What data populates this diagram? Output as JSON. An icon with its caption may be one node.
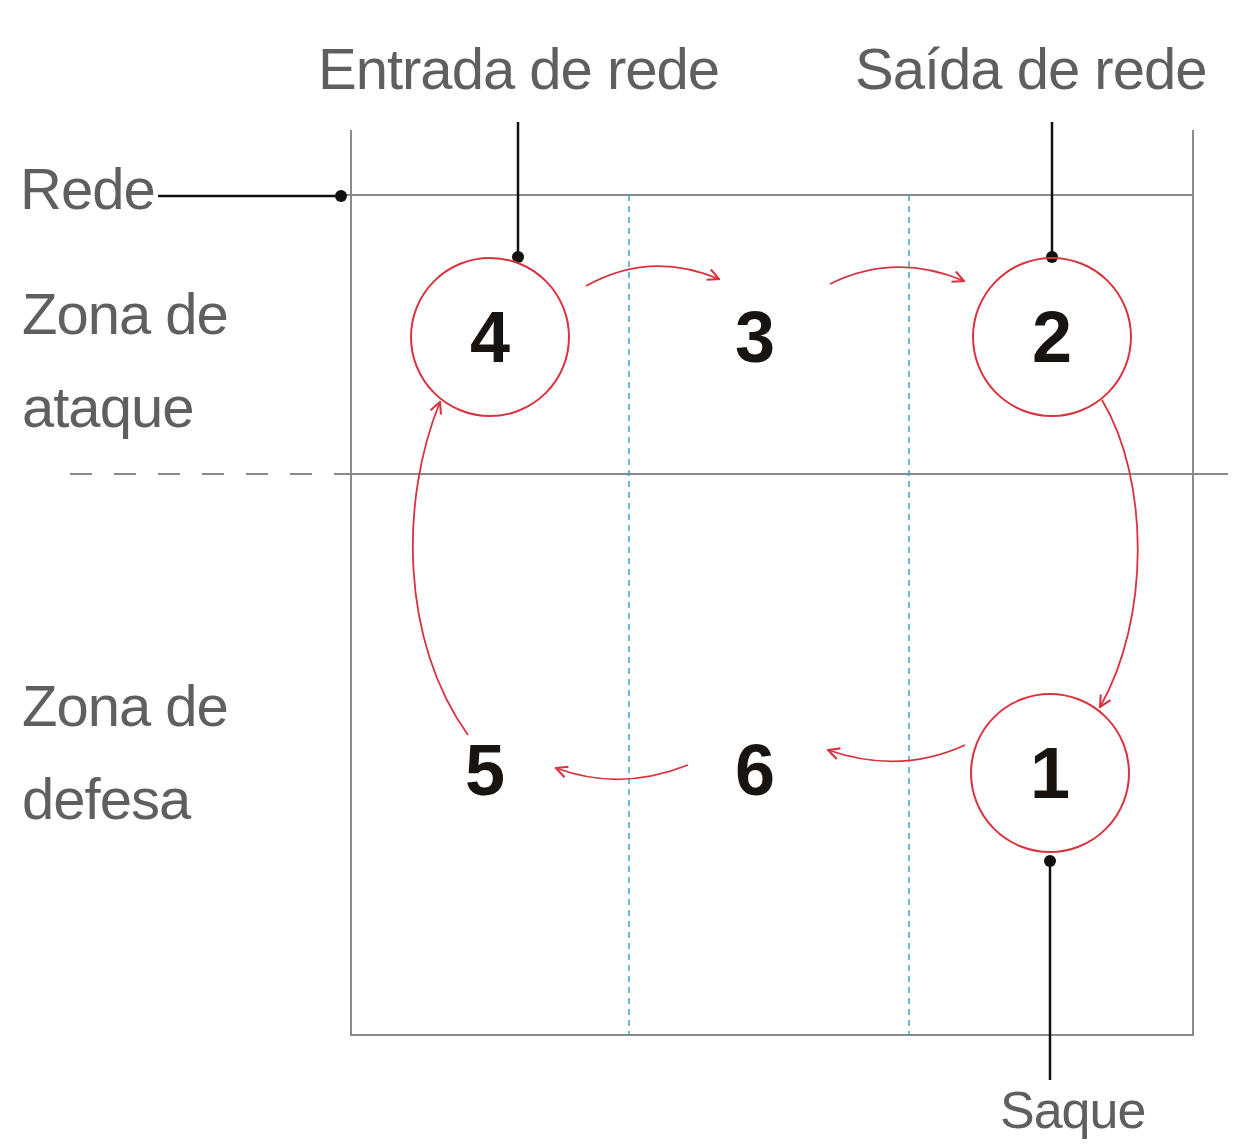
{
  "diagram": {
    "nodes": [
      {
        "text": [
          "Entrada de rede"
        ]
      },
      {
        "text": [
          "Saída de rede"
        ]
      },
      {
        "text": [
          "Rede"
        ]
      },
      {
        "text": [
          "4"
        ]
      },
      {
        "text": [
          "3"
        ]
      },
      {
        "text": [
          "2"
        ]
      },
      {
        "text": [
          "5"
        ]
      },
      {
        "text": [
          "6"
        ]
      },
      {
        "text": [
          "1"
        ]
      },
      {
        "text": [
          "Saque"
        ]
      }
    ],
    "edges": [
      {
        "from": 0,
        "to": 3,
        "arrow": "other",
        "color": "#111111"
      },
      {
        "from": 1,
        "to": 5,
        "arrow": "other",
        "color": "#111111"
      },
      {
        "from": 2,
        "to": null,
        "arrow": "other",
        "color": "#111111"
      },
      {
        "from": 9,
        "to": 8,
        "arrow": "other",
        "color": "#111111"
      },
      {
        "from": 3,
        "to": 4,
        "arrow": "to"
      },
      {
        "from": 4,
        "to": 5,
        "arrow": "to"
      },
      {
        "from": 5,
        "to": 8,
        "arrow": "to"
      },
      {
        "from": 8,
        "to": 7,
        "arrow": "to"
      },
      {
        "from": 7,
        "to": 6,
        "arrow": "to"
      },
      {
        "from": 6,
        "to": 3,
        "arrow": "to"
      }
    ],
    "labels": [
      "Zona de ataque",
      "Zona de defesa"
    ]
  }
}
